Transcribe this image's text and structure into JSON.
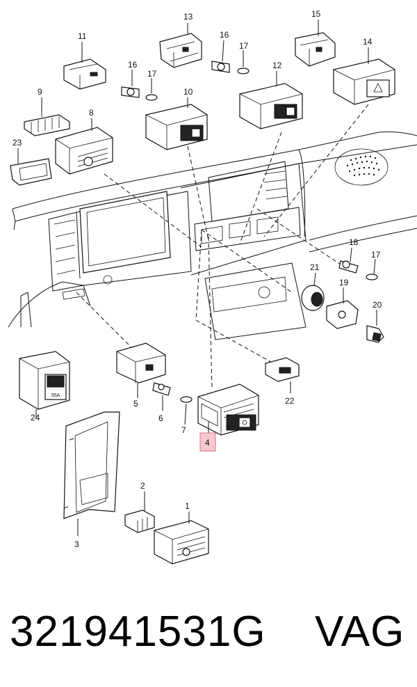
{
  "footer": {
    "part_number": "321941531G",
    "brand": "VAG"
  },
  "callouts": {
    "c1": "1",
    "c2": "2",
    "c3": "3",
    "c4": "4",
    "c5": "5",
    "c6": "6",
    "c7": "7",
    "c8": "8",
    "c9": "9",
    "c10": "10",
    "c11": "11",
    "c12": "12",
    "c13": "13",
    "c14": "14",
    "c15": "15",
    "c16a": "16",
    "c16b": "16",
    "c17a": "17",
    "c17b": "17",
    "c17c": "17",
    "c18": "18",
    "c19": "19",
    "c20": "20",
    "c21": "21",
    "c22": "22",
    "c23": "23",
    "c24": "24"
  },
  "part_labels": {
    "switch_24": "55A"
  },
  "highlighted_callout": "4",
  "colors": {
    "highlight_fill": "#f6c9cf",
    "highlight_stroke": "#d9707e"
  }
}
